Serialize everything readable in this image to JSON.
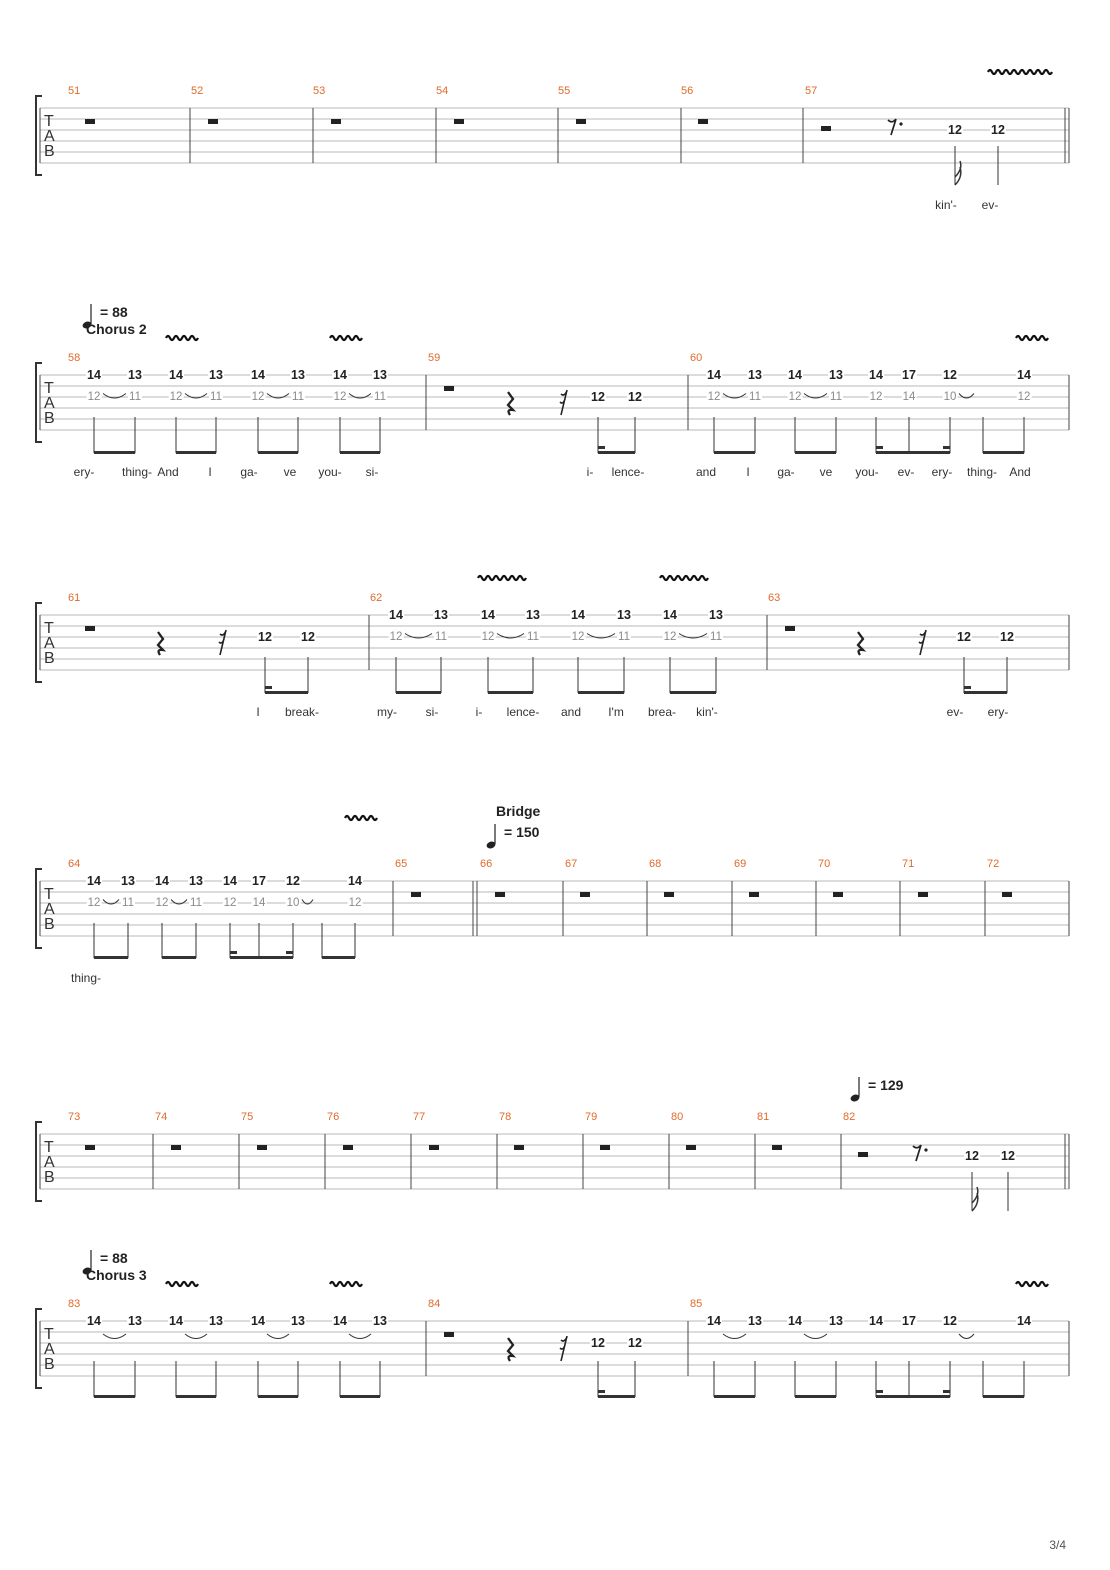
{
  "page_number": "3/4",
  "tab_letters": [
    "T",
    "A",
    "B"
  ],
  "systems": [
    {
      "id": "s1",
      "measures": [
        {
          "number": "51"
        },
        {
          "number": "52"
        },
        {
          "number": "53"
        },
        {
          "number": "54"
        },
        {
          "number": "55"
        },
        {
          "number": "56"
        },
        {
          "number": "57"
        }
      ],
      "notes": [
        "12",
        "12"
      ],
      "lyrics": [
        "kin'-",
        "ev-"
      ]
    },
    {
      "id": "s2",
      "tempo": "= 88",
      "section": "Chorus 2",
      "measures": [
        {
          "number": "58"
        },
        {
          "number": "59"
        },
        {
          "number": "60"
        }
      ],
      "notes": [
        "14",
        "12",
        "13",
        "11",
        "14",
        "12",
        "13",
        "11",
        "14",
        "12",
        "13",
        "11",
        "14",
        "12",
        "13",
        "11",
        "12",
        "12",
        "14",
        "12",
        "13",
        "11",
        "14",
        "12",
        "13",
        "11",
        "14",
        "12",
        "17",
        "14",
        "12",
        "10",
        "14",
        "12"
      ],
      "lyrics": [
        "ery-",
        "thing-",
        "And",
        "I",
        "ga-",
        "ve",
        "you-",
        "si-",
        "i-",
        "lence-",
        "and",
        "I",
        "ga-",
        "ve",
        "you-",
        "ev-",
        "ery-",
        "thing-",
        "And"
      ]
    },
    {
      "id": "s3",
      "measures": [
        {
          "number": "61"
        },
        {
          "number": "62"
        },
        {
          "number": "63"
        }
      ],
      "notes": [
        "12",
        "12",
        "14",
        "12",
        "13",
        "11",
        "14",
        "12",
        "13",
        "11",
        "14",
        "12",
        "13",
        "11",
        "14",
        "12",
        "13",
        "11",
        "12",
        "12"
      ],
      "lyrics": [
        "I",
        "break-",
        "my-",
        "si-",
        "i-",
        "lence-",
        "and",
        "I'm",
        "brea-",
        "kin'-",
        "ev-",
        "ery-"
      ]
    },
    {
      "id": "s4",
      "section": "Bridge",
      "tempo": "= 150",
      "measures": [
        {
          "number": "64"
        },
        {
          "number": "65"
        },
        {
          "number": "66"
        },
        {
          "number": "67"
        },
        {
          "number": "68"
        },
        {
          "number": "69"
        },
        {
          "number": "70"
        },
        {
          "number": "71"
        },
        {
          "number": "72"
        }
      ],
      "notes": [
        "14",
        "12",
        "13",
        "11",
        "14",
        "12",
        "13",
        "11",
        "14",
        "12",
        "17",
        "14",
        "12",
        "10",
        "14",
        "12"
      ],
      "lyrics": [
        "thing-"
      ]
    },
    {
      "id": "s5",
      "tempo": "= 129",
      "measures": [
        {
          "number": "73"
        },
        {
          "number": "74"
        },
        {
          "number": "75"
        },
        {
          "number": "76"
        },
        {
          "number": "77"
        },
        {
          "number": "78"
        },
        {
          "number": "79"
        },
        {
          "number": "80"
        },
        {
          "number": "81"
        },
        {
          "number": "82"
        }
      ],
      "notes": [
        "12",
        "12"
      ]
    },
    {
      "id": "s6",
      "tempo": "= 88",
      "section": "Chorus 3",
      "measures": [
        {
          "number": "83"
        },
        {
          "number": "84"
        },
        {
          "number": "85"
        }
      ],
      "notes": [
        "14",
        "13",
        "14",
        "13",
        "14",
        "13",
        "14",
        "13",
        "12",
        "12",
        "14",
        "13",
        "14",
        "13",
        "14",
        "17",
        "12",
        "14"
      ]
    }
  ]
}
